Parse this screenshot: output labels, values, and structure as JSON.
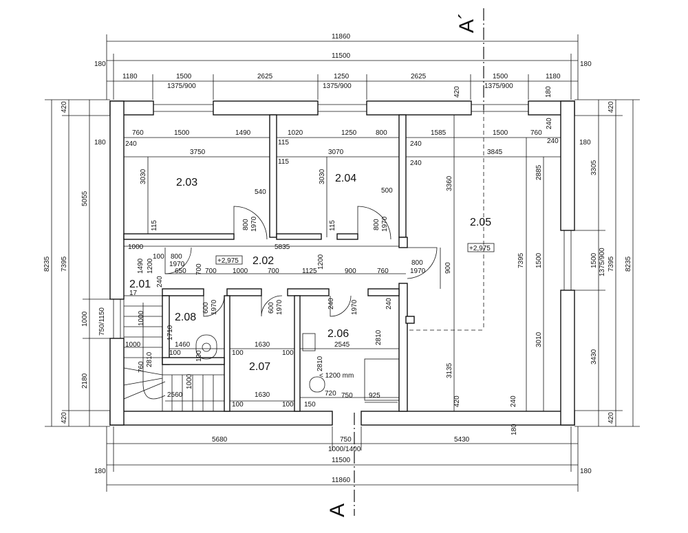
{
  "rooms": {
    "r203": "2.03",
    "r204": "2.04",
    "r205": "2.05",
    "r202": "2.02",
    "r201": "2.01",
    "r208": "2.08",
    "r207": "2.07",
    "r206": "2.06"
  },
  "section": {
    "top": "A´",
    "bottom": "A"
  },
  "levels": {
    "lv_hall": "+2,975",
    "lv_205": "+2,975"
  },
  "stair": {
    "steps": "17"
  },
  "dims": {
    "t_overall": "11860",
    "t_inner": "11500",
    "t_180l": "180",
    "t_180r": "180",
    "t_1180a": "1180",
    "t_1500a": "1500",
    "t_2625a": "2625",
    "t_1250": "1250",
    "t_2625b": "2625",
    "t_1500b": "1500",
    "t_1180b": "1180",
    "t_win1": "1375/900",
    "t_win2": "1375/900",
    "t_win3": "1375/900",
    "b_overall": "11860",
    "b_inner": "11500",
    "b_180l": "180",
    "b_180r": "180",
    "b_5680": "5680",
    "b_750": "750",
    "b_5430": "5430",
    "b_door": "1000/1400",
    "l_8235": "8235",
    "l_7395": "7395",
    "l_5055": "5055",
    "l_1000": "1000",
    "l_win": "750/1150",
    "l_2180": "2180",
    "l_420a": "420",
    "l_420b": "420",
    "l_180": "180",
    "r_8235": "8235",
    "r_7395": "7395",
    "r_win": "1375/900",
    "r_1500": "1500",
    "r_3305": "3305",
    "r_3430": "3430",
    "r_420a": "420",
    "r_420b": "420",
    "r_180": "180",
    "i_760a": "760",
    "i_1500a": "1500",
    "i_1490": "1490",
    "i_1020": "1020",
    "i_1250": "1250",
    "i_800a": "800",
    "i_1585": "1585",
    "i_1500b": "1500",
    "i_760b": "760",
    "i_240a": "240",
    "i_240b": "240",
    "i_240c": "240",
    "i_240d": "240",
    "i_115a": "115",
    "i_115b": "115",
    "i_3750": "3750",
    "i_3070": "3070",
    "i_3845": "3845",
    "i_3030a": "3030",
    "i_3030b": "3030",
    "i_3360": "3360",
    "i_2885": "2885",
    "i_540": "540",
    "i_500": "500",
    "i_800d1": "800",
    "i_1970d1": "1970",
    "i_800d2": "800",
    "i_1970d2": "1970",
    "i_115c": "115",
    "i_115d": "115",
    "i_1000a": "1000",
    "i_5835": "5835",
    "i_1200a": "1200",
    "i_100a": "100",
    "i_800b": "800",
    "i_1970a": "1970",
    "i_650": "650",
    "i_700v": "700",
    "i_700a": "700",
    "i_1000b": "1000",
    "i_700b": "700",
    "i_1125": "1125",
    "i_900a": "900",
    "i_760c": "760",
    "i_1490b": "1490",
    "i_1200b": "1200",
    "i_240e": "240",
    "i_800c": "800",
    "i_1970b": "1970",
    "i_900v": "900",
    "i_7395": "7395",
    "i_1500c": "1500",
    "i_3010": "3010",
    "i_3135": "3135",
    "i_420c": "420",
    "i_240f": "240",
    "i_420d": "420",
    "i_180a": "180",
    "i_240g": "240",
    "i_600a": "600",
    "i_1970c": "1970",
    "i_600b": "600",
    "i_1970d": "1970",
    "i_240h": "240",
    "i_1970e": "1970",
    "i_240i": "240",
    "i_1000c": "1000",
    "i_1710": "1710",
    "i_1460": "1460",
    "i_100b": "100",
    "i_100c": "100",
    "i_2810a": "2810",
    "i_760d": "760",
    "i_1000d": "1000",
    "i_2560": "2560",
    "i_1630a": "1630",
    "i_100d": "100",
    "i_100e": "100",
    "i_1630b": "1630",
    "i_100f": "100",
    "i_100g": "100",
    "i_150": "150",
    "i_2545": "2545",
    "i_2810b": "2810",
    "i_2810c": "2810",
    "i_1200mm": "< 1200 mm",
    "i_720": "720",
    "i_750": "750",
    "i_925": "925",
    "i_100h": "100",
    "i_1000e": "1000"
  }
}
